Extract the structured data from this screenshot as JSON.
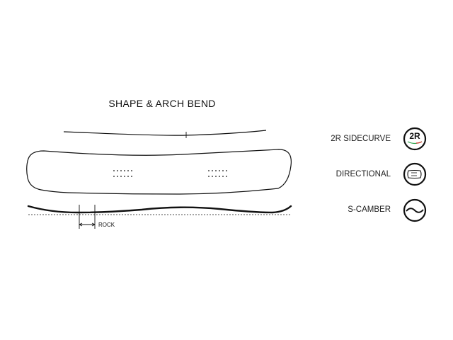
{
  "title": "SHAPE & ARCH BEND",
  "rock_label": "ROCK",
  "features": [
    {
      "label": "2R SIDECURVE",
      "icon": "2r-sidecurve-icon",
      "icon_text": "2R"
    },
    {
      "label": "DIRECTIONAL",
      "icon": "directional-icon"
    },
    {
      "label": "S-CAMBER",
      "icon": "s-camber-icon"
    }
  ],
  "colors": {
    "line": "#111111",
    "accent_green": "#2aa34a",
    "accent_red": "#d43a2f"
  }
}
